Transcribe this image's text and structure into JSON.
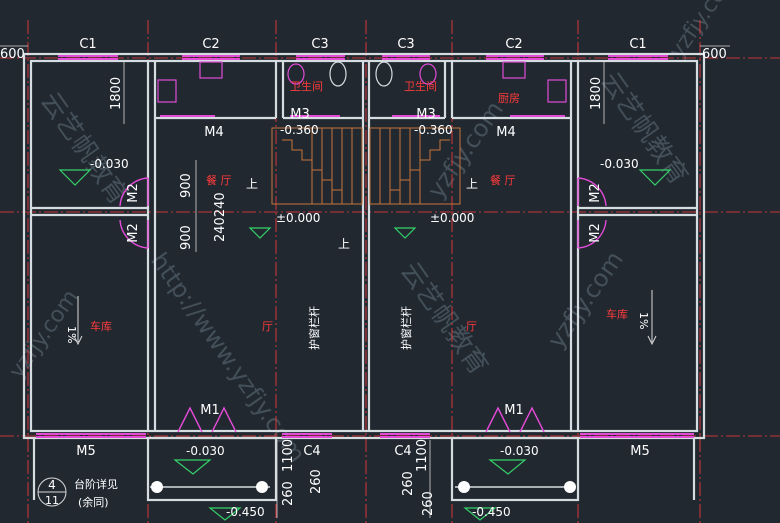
{
  "colors": {
    "background": "#212830",
    "wall": "#d6dde0",
    "window": "#e24bd7",
    "door": "#d9d9d9",
    "level_mark": "#35d16a",
    "dimension": "#d9d9d9",
    "axis": "#ff3b3b",
    "room_label": "#ff3b3b",
    "stair": "#c7733a",
    "text": "#ffffff"
  },
  "windows": {
    "c1_left": "C1",
    "c2_left": "C2",
    "c3_left": "C3",
    "c3_right": "C3",
    "c2_right": "C2",
    "c1_right": "C1",
    "c4_left": "C4",
    "c4_right": "C4"
  },
  "doors": {
    "m4_left": "M4",
    "m3_left": "M3",
    "m3_right": "M3",
    "m4_right": "M4",
    "m2_ul": "M2",
    "m2_ll": "M2",
    "m2_ur": "M2",
    "m2_lr": "M2",
    "m1_left": "M1",
    "m1_right": "M1",
    "m5_left": "M5",
    "m5_right": "M5"
  },
  "rooms": {
    "toilet_left": "卫生间",
    "toilet_right": "卫生间",
    "kitchen_right": "厨房",
    "dining_left": "餐 厅",
    "dining_right": "餐 厅",
    "garage_left": "车库",
    "garage_right": "车库",
    "hall_left": "厅",
    "hall_right": "厅",
    "up_left": "上",
    "up_right": "上",
    "up_center": "上"
  },
  "levels": {
    "upper_left": "-0.030",
    "upper_right": "-0.030",
    "stair_left": "-0.360",
    "stair_right": "-0.360",
    "floor_left": "±0.000",
    "floor_right": "±0.000",
    "front_left": "-0.030",
    "front_right": "-0.030",
    "bottom_left": "-0.450",
    "bottom_right": "-0.450"
  },
  "dimensions": {
    "d600_left": "600",
    "d600_right": "600",
    "d1800_left": "1800",
    "d1800_right": "1800",
    "d900_a": "900",
    "d900_b": "900",
    "d2400": "240240",
    "d1100_left": "1100",
    "d1100_right": "1100",
    "d260_a": "260",
    "d260_b": "260",
    "d260_c": "260",
    "d260_d": "260"
  },
  "annotations": {
    "railing_left": "护窗栏杆",
    "railing_right": "护窗栏杆",
    "slope_left": "1%",
    "slope_right": "1%",
    "detail_num": "4",
    "detail_sheet": "11",
    "detail_note": "台阶详见",
    "detail_note2": "(余同)"
  },
  "watermarks": {
    "brand": "云艺帆教育",
    "url": "http://www.yzfjy.com",
    "short": "yzfjy.com"
  }
}
